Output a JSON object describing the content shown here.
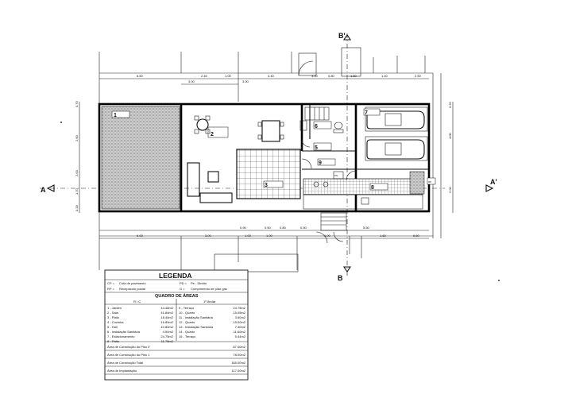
{
  "sections": {
    "a": "A",
    "a_prime": "A'",
    "b": "B",
    "b_prime": "B'"
  },
  "top_dims": [
    "6.50",
    "2.45",
    "1.00",
    "4.40",
    "3.00",
    "0.80",
    "1.60",
    "1.40",
    "2.50"
  ],
  "top_dims_row2": [
    "3.00",
    "3.00"
  ],
  "bottom_dims": [
    "6.00",
    "3.00",
    "0.90",
    "1.00",
    "1.00",
    "0.50",
    "0.80",
    "0.50",
    "1.00",
    "5.50",
    "1.60",
    "6.60"
  ],
  "side_dims_left": [
    "0.70",
    "2.60",
    "2.00",
    "1.70",
    "0.20"
  ],
  "side_dims_right": [
    "0.20",
    "4.00",
    "2.00"
  ],
  "rooms": [
    {
      "id": "1",
      "label": "1"
    },
    {
      "id": "2",
      "label": "2"
    },
    {
      "id": "3",
      "label": "3"
    },
    {
      "id": "5",
      "label": "5"
    },
    {
      "id": "6",
      "label": "6"
    },
    {
      "id": "7",
      "label": "7"
    },
    {
      "id": "8",
      "label": "8"
    },
    {
      "id": "9",
      "label": "9"
    }
  ],
  "markers": {
    "rp": "RP",
    "pg": "PG"
  },
  "legend": {
    "title": "LEGENDA",
    "symbols": [
      {
        "code": "CP =",
        "text": "Cota de pavimento"
      },
      {
        "code": "RP =",
        "text": "Recepáculo postal"
      },
      {
        "code": "PD =",
        "text": "Pé - Direito"
      },
      {
        "code": "G =",
        "text": "Comprimento de pilar gás"
      }
    ],
    "areas_title": "QUADRO DE ÁREAS",
    "col_left": "R / C",
    "col_right": "1º Andar",
    "rows_left": [
      {
        "name": "1 - Jardim",
        "area": "44.46m2"
      },
      {
        "name": "2 - Sala",
        "area": "41.84m2"
      },
      {
        "name": "3 - Pátio",
        "area": "18.44m2"
      },
      {
        "name": "4 - Cozinha",
        "area": "16.80m2"
      },
      {
        "name": "5 - Hall",
        "area": "10.80m2"
      },
      {
        "name": "6 - Instalação Sanitária",
        "area": "4.50m2"
      },
      {
        "name": "7 - Estacionamento",
        "area": "24.75m2"
      },
      {
        "name": "8 - Pátio",
        "area": "11.75m2"
      }
    ],
    "rows_right": [
      {
        "name": "9 - Terraço",
        "area": "24.75m2"
      },
      {
        "name": "10 - Quarto",
        "area": "15.05m2"
      },
      {
        "name": "11 - Instalação Sanitária",
        "area": "3.60m2"
      },
      {
        "name": "12 - Quarto",
        "area": "15.00m2"
      },
      {
        "name": "13 - Instalação Sanitária",
        "area": "7.40m2"
      },
      {
        "name": "14 - Quarto",
        "area": "11.60m2"
      },
      {
        "name": "15 - Terraço",
        "area": "5.44m2"
      }
    ],
    "totals": [
      {
        "label": "Área de Construção do Piso 0",
        "value": "87.00m2"
      },
      {
        "label": "Área de Construção do Piso 1",
        "value": "78.00m2"
      },
      {
        "label": "Área de Construção Total",
        "value": "165.00m2"
      },
      {
        "label": "Área de Implantação",
        "value": "117.00m2"
      }
    ]
  }
}
